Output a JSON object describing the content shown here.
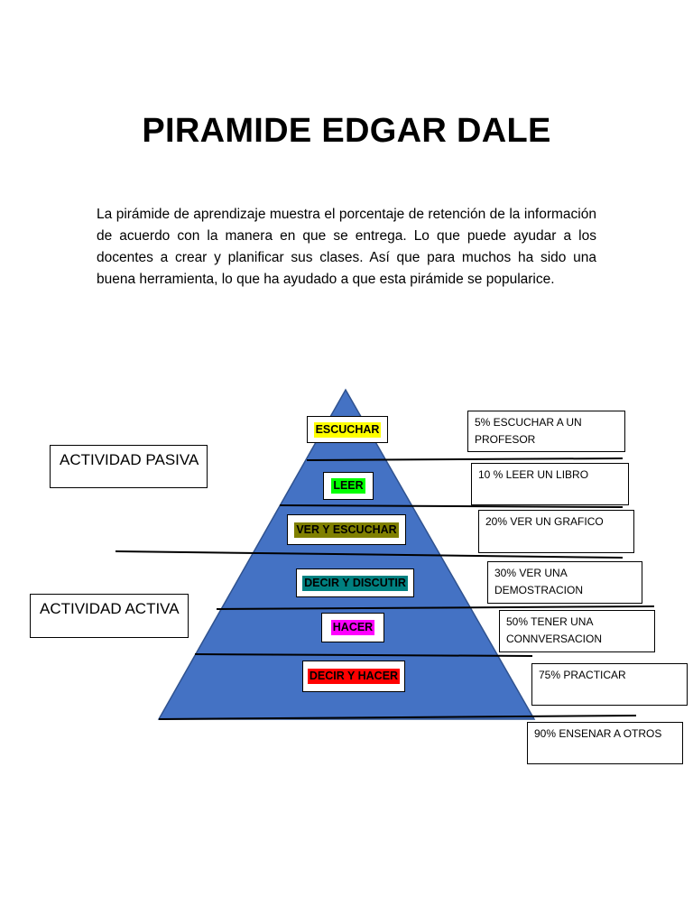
{
  "title": "PIRAMIDE EDGAR DALE",
  "intro": "La pirámide de aprendizaje muestra el porcentaje de retención de la información de acuerdo con la manera en que se entrega. Lo que puede ayudar a los docentes a crear y planificar sus clases. Así que para muchos ha sido una buena herramienta, lo que ha ayudado a que esta pirámide se popularice.",
  "pyramid_color": "#4472C4",
  "side_labels": {
    "pasiva": "ACTIVIDAD PASIVA",
    "activa": "ACTIVIDAD ACTIVA"
  },
  "levels": [
    {
      "label": "ESCUCHAR",
      "highlight": "#FFFF00"
    },
    {
      "label": "LEER",
      "highlight": "#00FF00"
    },
    {
      "label": "VER Y ESCUCHAR",
      "highlight": "#808000"
    },
    {
      "label": "DECIR Y DISCUTIR",
      "highlight": "#008080"
    },
    {
      "label": "HACER",
      "highlight": "#FF00FF"
    },
    {
      "label": "DECIR Y HACER",
      "highlight": "#FF0000"
    }
  ],
  "percentages": [
    {
      "line1": "5% ESCUCHAR A UN",
      "line2": "PROFESOR"
    },
    {
      "line1": "10 % LEER UN LIBRO",
      "line2": ""
    },
    {
      "line1": "20% VER UN GRAFICO",
      "line2": ""
    },
    {
      "line1": "30% VER UNA",
      "line2": "DEMOSTRACION"
    },
    {
      "line1": "50% TENER UNA",
      "line2": "CONNVERSACION"
    },
    {
      "line1": "75% PRACTICAR",
      "line2": ""
    },
    {
      "line1": "90% ENSENAR A OTROS",
      "line2": ""
    }
  ]
}
